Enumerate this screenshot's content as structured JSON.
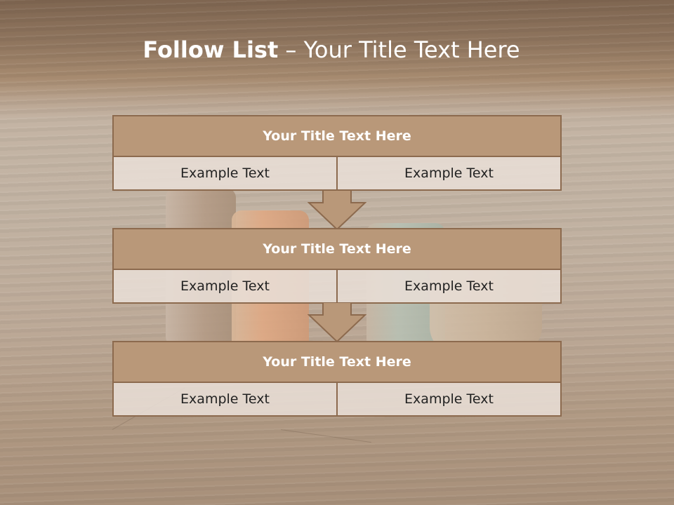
{
  "slide": {
    "title_bold": "Follow List",
    "title_rest": " – Your Title Text Here"
  },
  "steps": [
    {
      "title": "Your Title Text Here",
      "left": "Example Text",
      "right": "Example Text"
    },
    {
      "title": "Your Title Text Here",
      "left": "Example Text",
      "right": "Example Text"
    },
    {
      "title": "Your Title Text Here",
      "left": "Example Text",
      "right": "Example Text"
    }
  ],
  "colors": {
    "header_fill": "#b99879",
    "border": "#8c6a4e",
    "cell_fill": "#e8ded6",
    "title_text": "#ffffff",
    "body_text": "#222222"
  },
  "icons": [
    "down-arrow-icon",
    "down-arrow-icon"
  ]
}
